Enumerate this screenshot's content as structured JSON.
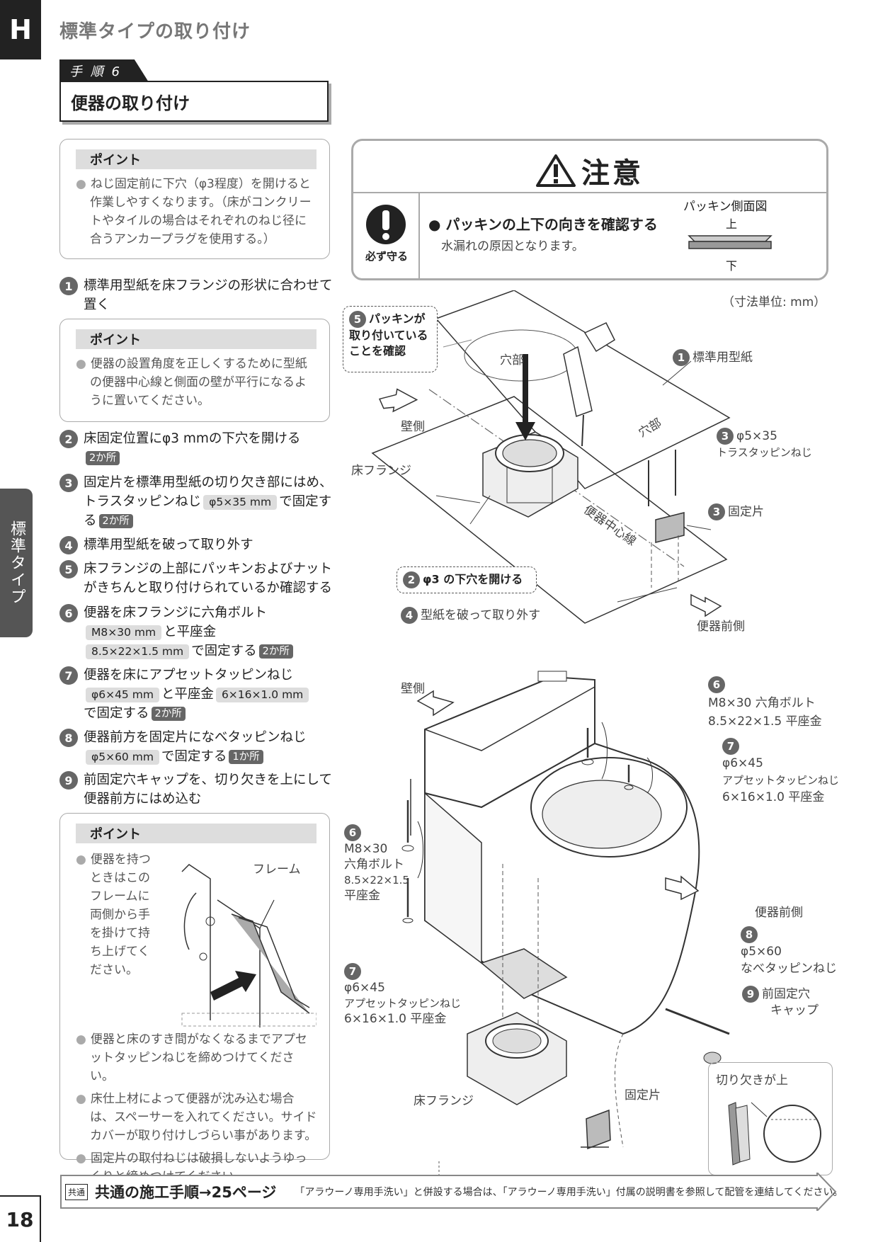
{
  "header": {
    "section_letter": "H",
    "title": "標準タイプの取り付け"
  },
  "step_tag": "手 順 6",
  "step_title": "便器の取り付け",
  "point1": {
    "heading": "ポイント",
    "text": "ねじ固定前に下穴（φ3程度）を開けると作業しやすくなります。（床がコンクリートやタイルの場合はそれぞれのねじ径に合うアンカープラグを使用する。）"
  },
  "point2": {
    "heading": "ポイント",
    "text": "便器の設置角度を正しくするために型紙の便器中心線と側面の壁が平行になるように置いてください。"
  },
  "point3": {
    "heading": "ポイント",
    "hold_text": "便器を持つときはこのフレームに両側から手を掛けて持ち上げてください。",
    "frame_label": "フレーム",
    "notes": [
      "便器と床のすき間がなくなるまでアプセットタッピンねじを締めつけてください。",
      "床仕上材によって便器が沈み込む場合は、スペーサーを入れてください。サイドカバーが取り付けしづらい事があります。",
      "固定片の取付ねじは破損しないようゆっくりと締めつけてください。"
    ]
  },
  "steps": {
    "s1": {
      "num": "1",
      "text": "標準用型紙を床フランジの形状に合わせて置く"
    },
    "s2": {
      "num": "2",
      "text": "床固定位置にφ3 mmの下穴を開ける",
      "count": "2か所"
    },
    "s3": {
      "num": "3",
      "text_a": "固定片を標準用型紙の切り欠き部にはめ、トラスタッピンねじ",
      "chip": "φ5×35 mm",
      "text_b": "で固定する",
      "count": "2か所"
    },
    "s4": {
      "num": "4",
      "text": "標準用型紙を破って取り外す"
    },
    "s5": {
      "num": "5",
      "text": "床フランジの上部にパッキンおよびナットがきちんと取り付けられているか確認する"
    },
    "s6": {
      "num": "6",
      "text_a": "便器を床フランジに六角ボルト",
      "chip_a": "M8×30 mm",
      "text_b": "と平座金",
      "chip_b": "8.5×22×1.5 mm",
      "text_c": "で固定する",
      "count": "2か所"
    },
    "s7": {
      "num": "7",
      "text_a": "便器を床にアプセットタッピンねじ",
      "chip_a": "φ6×45 mm",
      "text_b": "と平座金",
      "chip_b": "6×16×1.0 mm",
      "text_c": "で固定する",
      "count": "2か所"
    },
    "s8": {
      "num": "8",
      "text_a": "便器前方を固定片になべタッピンねじ",
      "chip_a": "φ5×60 mm",
      "text_b": "で固定する",
      "count": "1か所"
    },
    "s9": {
      "num": "9",
      "text": "前固定穴キャップを、切り欠きを上にして便器前方にはめ込む"
    }
  },
  "caution": {
    "title": "注意",
    "must_label": "必ず守る",
    "main": "パッキンの上下の向きを確認する",
    "sub": "水漏れの原因となります。",
    "packing_title": "パッキン側面図",
    "up": "上",
    "down": "下"
  },
  "unit_note": "（寸法単位: mm）",
  "diagram1": {
    "confirm_num": "5",
    "confirm_text": "パッキンが取り付いていることを確認",
    "hole_label": "穴部",
    "hole_label2": "穴部",
    "paper_num": "1",
    "paper_label": "標準用型紙",
    "wall_label": "壁側",
    "flange_label": "床フランジ",
    "screw_num": "3",
    "screw_size": "φ5×35",
    "screw_label": "トラスタッピンねじ",
    "piece_num": "3",
    "piece_label": "固定片",
    "center_label": "便器中心線",
    "drill_num": "2",
    "drill_label": "φ3 の下穴を開ける",
    "tear_num": "4",
    "tear_label": "型紙を破って取り外す",
    "front_label": "便器前側"
  },
  "diagram2": {
    "wall_label": "壁側",
    "bolt_num": "6",
    "bolt_label": "M8×30 六角ボルト",
    "washer_label": "8.5×22×1.5 平座金",
    "upset_num": "7",
    "upset_size": "φ6×45",
    "upset_label": "アプセットタッピンねじ",
    "upset_washer": "6×16×1.0 平座金",
    "bolt_num_l": "6",
    "bolt_l1": "M8×30",
    "bolt_l2": "六角ボルト",
    "washer_l1": "8.5×22×1.5",
    "washer_l2": "平座金",
    "upset_num_l": "7",
    "upset_l1": "φ6×45",
    "upset_l2": "アプセットタッピンねじ",
    "upset_l3": "6×16×1.0 平座金",
    "front_label": "便器前側",
    "pan_num": "8",
    "pan_size": "φ5×60",
    "pan_label": "なべタッピンねじ",
    "cap_num": "9",
    "cap_label1": "前固定穴",
    "cap_label2": "キャップ",
    "flange_label": "床フランジ",
    "piece_label": "固定片",
    "notch_label": "切り欠きが上"
  },
  "side_tab": "標準タイプ",
  "page_number": "18",
  "footer": {
    "badge": "共通",
    "main": "共通の施工手順→25ページ",
    "note": "「アラウーノ専用手洗い」と併設する場合は、「アラウーノ専用手洗い」付属の説明書を参照して配管を連結してください。"
  }
}
